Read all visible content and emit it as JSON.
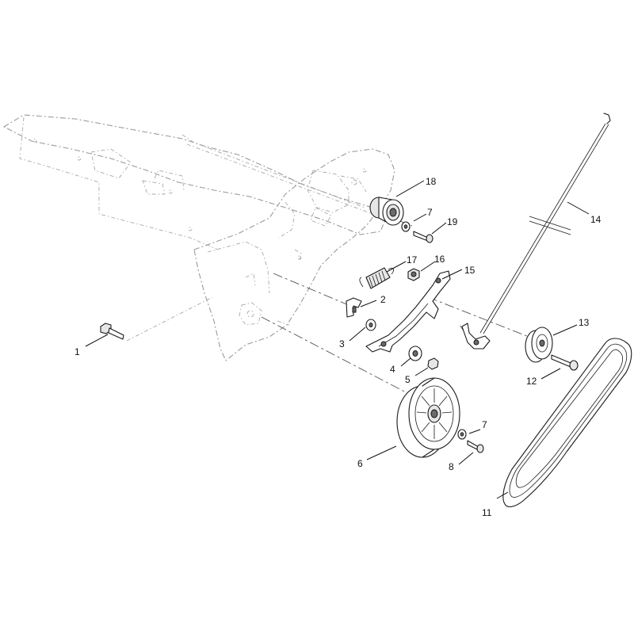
{
  "callouts": [
    {
      "id": "c1",
      "text": "1"
    },
    {
      "id": "c2",
      "text": "2"
    },
    {
      "id": "c3",
      "text": "3"
    },
    {
      "id": "c4",
      "text": "4"
    },
    {
      "id": "c5",
      "text": "5"
    },
    {
      "id": "c6",
      "text": "6"
    },
    {
      "id": "c7a",
      "text": "7"
    },
    {
      "id": "c7b",
      "text": "7"
    },
    {
      "id": "c8",
      "text": "8"
    },
    {
      "id": "c11",
      "text": "11"
    },
    {
      "id": "c12",
      "text": "12"
    },
    {
      "id": "c13",
      "text": "13"
    },
    {
      "id": "c14",
      "text": "14"
    },
    {
      "id": "c15",
      "text": "15"
    },
    {
      "id": "c16",
      "text": "16"
    },
    {
      "id": "c17",
      "text": "17"
    },
    {
      "id": "c18",
      "text": "18"
    },
    {
      "id": "c19",
      "text": "19"
    }
  ],
  "colors": {
    "background": "#ffffff",
    "line": "#1a1a1a",
    "frame_phantom": "#9a9a9a"
  }
}
